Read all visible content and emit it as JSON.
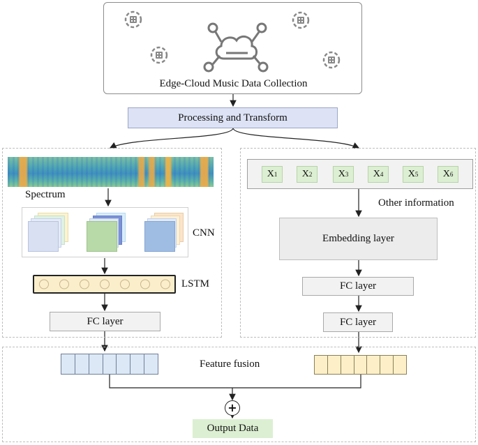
{
  "title_box": {
    "label": "Edge-Cloud Music Data Collection"
  },
  "processing": {
    "label": "Processing and Transform"
  },
  "left": {
    "spectrum_label": "Spectrum",
    "cnn_label": "CNN",
    "lstm_label": "LSTM",
    "fc_label": "FC layer"
  },
  "right": {
    "x_inputs": [
      {
        "base": "X",
        "sub": "1"
      },
      {
        "base": "X",
        "sub": "2"
      },
      {
        "base": "X",
        "sub": "3"
      },
      {
        "base": "X",
        "sub": "4"
      },
      {
        "base": "X",
        "sub": "5"
      },
      {
        "base": "X",
        "sub": "6"
      }
    ],
    "other_info_label": "Other information",
    "embedding_label": "Embedding layer",
    "fc1_label": "FC layer",
    "fc2_label": "FC layer"
  },
  "bottom": {
    "fusion_label": "Feature fusion",
    "plus_symbol": "+",
    "output_label": "Output Data"
  },
  "colors": {
    "processing_fill": "#dde3f5",
    "lstm_fill": "#fbeecb",
    "left_vector_fill": "#dce8f5",
    "right_vector_fill": "#fdf0c8",
    "output_fill": "#dcefd2",
    "x_fill": "#dcefd2"
  }
}
